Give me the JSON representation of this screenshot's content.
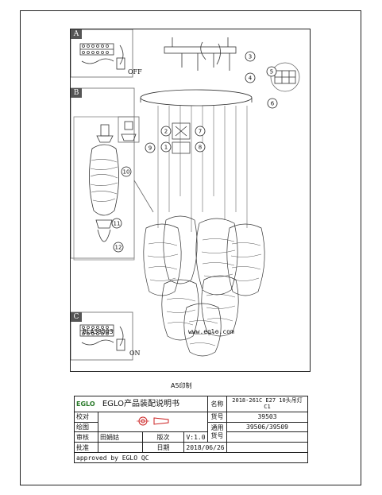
{
  "drawing": {
    "sections": {
      "a": "A",
      "b": "B",
      "c": "C"
    },
    "callouts": [
      "3",
      "4",
      "5",
      "6",
      "2",
      "7",
      "1",
      "8",
      "9",
      "10",
      "11",
      "12"
    ],
    "switch_off": "OFF",
    "switch_on": "ON",
    "model_code": "BLA39503",
    "website": "www.eglo.com"
  },
  "page_size": "A5印制",
  "title_block": {
    "logo_text": "EGLO",
    "doc_title": "EGLO产品装配说明书",
    "name_label": "名称",
    "name_value": "2018-261C E27 10头吊灯",
    "name_value_line2": "C1",
    "check_label": "校对",
    "item_no_label": "货号",
    "item_no_value": "39503",
    "draw_label": "绘图",
    "draw_value": "田娟姑",
    "universal_label": "通用",
    "universal_value": "39506/39509",
    "review_label": "审核",
    "version_label": "版次",
    "version_value": "V:1.0",
    "item_no_label2": "货号",
    "approve_label": "批准",
    "date_label": "日期",
    "date_value": "2018/06/26",
    "approved_by": "approved by EGLO QC"
  }
}
